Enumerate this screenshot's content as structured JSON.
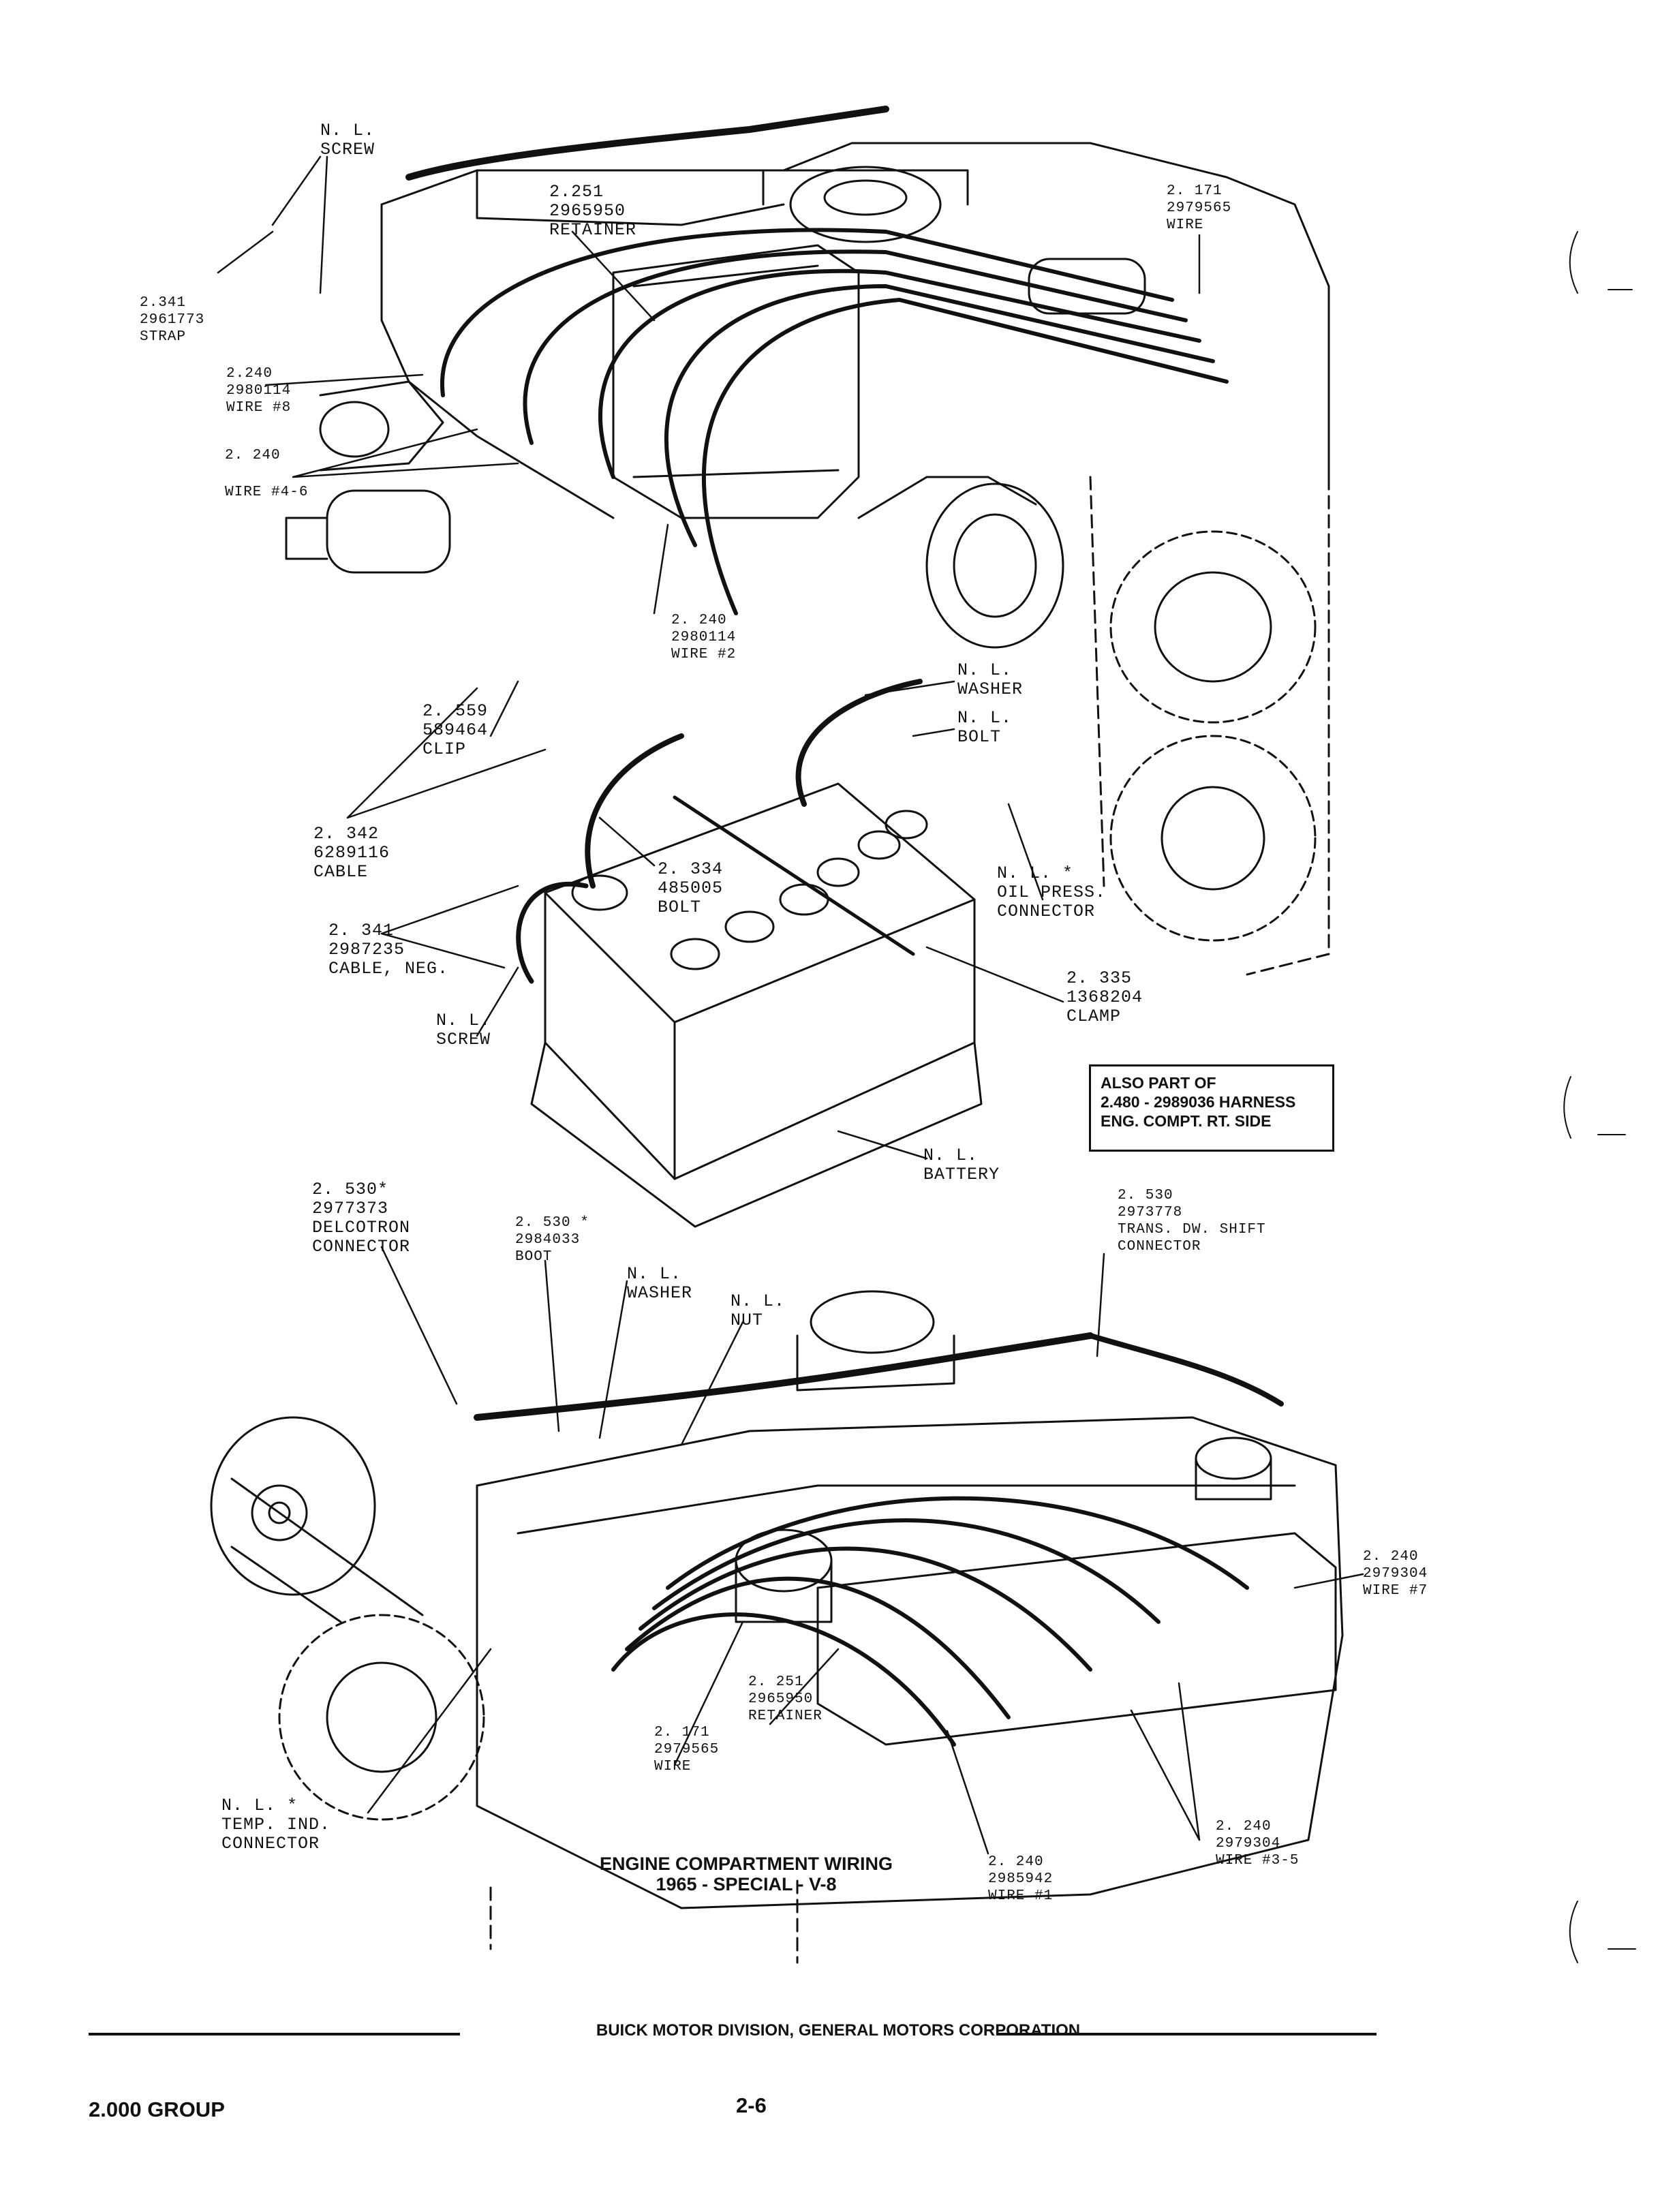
{
  "callouts_top": {
    "nl_screw_top": [
      "N. L.",
      "SCREW"
    ],
    "retainer_top": [
      "2.251",
      "2965950",
      "RETAINER"
    ],
    "wire_top_right": [
      "2. 171",
      "2979565",
      "WIRE"
    ],
    "strap": [
      "2.341",
      "2961773",
      "STRAP"
    ],
    "wire8": [
      "2.240",
      "2980114",
      "WIRE #8"
    ],
    "wire46_num": [
      "2. 240"
    ],
    "wire46": [
      "WIRE #4-6"
    ],
    "wire2": [
      "2. 240",
      "2980114",
      "WIRE #2"
    ],
    "nl_washer_top": [
      "N. L.",
      "WASHER"
    ],
    "nl_bolt_top": [
      "N. L.",
      "BOLT"
    ],
    "clip": [
      "2. 559",
      "589464",
      "CLIP"
    ],
    "cable": [
      "2. 342",
      "6289116",
      "CABLE"
    ],
    "bolt_334": [
      "2. 334",
      "485005",
      "BOLT"
    ],
    "oil_press": [
      "N. L. *",
      "OIL PRESS.",
      "CONNECTOR"
    ],
    "cable_neg": [
      "2. 341",
      "2987235",
      "CABLE, NEG."
    ],
    "nl_screw_bottom": [
      "N. L.",
      "SCREW"
    ],
    "clamp": [
      "2. 335",
      "1368204",
      "CLAMP"
    ],
    "battery": [
      "N. L.",
      "BATTERY"
    ]
  },
  "note_box": [
    "ALSO PART OF",
    "2.480 - 2989036 HARNESS",
    "ENG. COMPT. RT. SIDE"
  ],
  "callouts_bottom": {
    "delcotron": [
      "2. 530*",
      "2977373",
      "DELCOTRON",
      "CONNECTOR"
    ],
    "boot": [
      "2. 530 *",
      "2984033",
      "BOOT"
    ],
    "nl_washer_bottom": [
      "N. L.",
      "WASHER"
    ],
    "nl_nut": [
      "N. L.",
      "NUT"
    ],
    "trans_shift": [
      "2. 530",
      "2973778",
      "TRANS. DW. SHIFT",
      "CONNECTOR"
    ],
    "wire7": [
      "2. 240",
      "2979304",
      "WIRE #7"
    ],
    "retainer_bottom": [
      "2. 251",
      "2965950",
      "RETAINER"
    ],
    "wire_bottom": [
      "2. 171",
      "2979565",
      "WIRE"
    ],
    "temp_ind": [
      "N. L. *",
      "TEMP. IND.",
      "CONNECTOR"
    ],
    "wire35": [
      "2. 240",
      "2979304",
      "WIRE #3-5"
    ],
    "wire1": [
      "2. 240",
      "2985942",
      "WIRE #1"
    ]
  },
  "caption": [
    "ENGINE COMPARTMENT WIRING",
    "1965 - SPECIAL  -  V-8"
  ],
  "footer": {
    "publisher": "BUICK MOTOR DIVISION, GENERAL MOTORS CORPORATION",
    "group": "2.000 GROUP",
    "page": "2-6"
  }
}
